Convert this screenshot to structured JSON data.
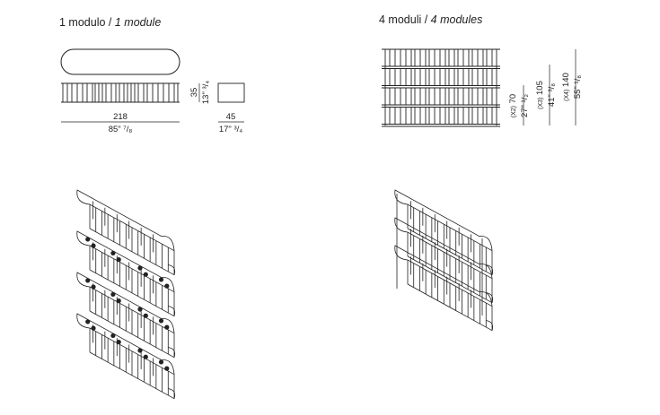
{
  "left": {
    "title": "1 modulo",
    "title_sep": " / ",
    "title_en": "1 module",
    "width_cm": "218",
    "width_in": "85\" ⁷/₈",
    "height_cm": "35",
    "height_in": "13\" ³/₄",
    "depth_cm": "45",
    "depth_in": "17\" ³/₄",
    "stack_count": 4
  },
  "right": {
    "title": "4 moduli",
    "title_sep": " / ",
    "title_en": "4 modules",
    "dims": [
      {
        "tag": "(X2)",
        "cm": "70",
        "in": "27\" ¹/₂"
      },
      {
        "tag": "(X3)",
        "cm": "105",
        "in": "41\" ³/₈"
      },
      {
        "tag": "(X4)",
        "cm": "140",
        "in": "55\" ¹/₈"
      }
    ]
  },
  "colors": {
    "line": "#222222",
    "background": "#ffffff"
  }
}
